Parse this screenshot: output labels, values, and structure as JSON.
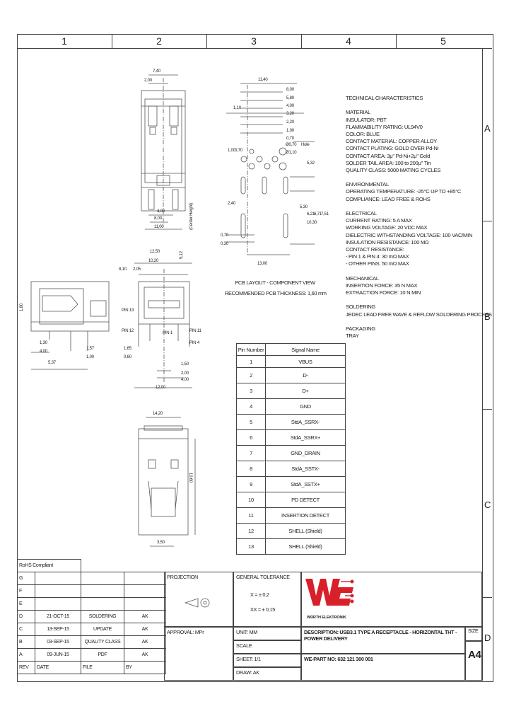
{
  "frame": {
    "columns": [
      "1",
      "2",
      "3",
      "4",
      "5"
    ],
    "rows": [
      "A",
      "B",
      "C",
      "D"
    ]
  },
  "dimensions": {
    "top_view": [
      "7,40",
      "2,00",
      "4,00",
      "8,00",
      "11,00"
    ],
    "pcb": [
      "11,40",
      "8,00",
      "5,80",
      "4,00",
      "3,20",
      "2,20",
      "1,00",
      "0,70",
      "Ø0,70",
      "Ø1,10",
      "1,10",
      "1,00",
      "0,70",
      "2,40",
      "5,30",
      "6,21",
      "6,71",
      "7,51",
      "10,30",
      "13,00",
      "0,70",
      "0,30",
      "5,32"
    ],
    "side": [
      "12,50",
      "10,20",
      "8,10",
      "2,05",
      "1,80",
      "1,30",
      "4,00",
      "5,37",
      "5,12",
      "1,57",
      "1,00",
      "1,65",
      "0,60",
      "1,50",
      "2,00",
      "4,00",
      "12,00"
    ],
    "front": [
      "14,20",
      "10,60",
      "3,50"
    ]
  },
  "annotations": {
    "hole": "Hole",
    "center_height": "(Center Height)",
    "pin_labels": [
      "PIN 13",
      "PIN 12",
      "PIN 11",
      "PIN 1",
      "PIN 4"
    ]
  },
  "pcb_caption": [
    "PCB LAYOUT - COMPONENT VIEW",
    "RECOMMENDED PCB THICKNESS: 1,60 mm"
  ],
  "technical": [
    "TECHNICAL CHARACTERISTICS",
    "",
    "MATERIAL",
    "INSULATOR: PBT",
    "FLAMMABILITY RATING: UL94V0",
    "COLOR: BLUE",
    "CONTACT MATERIAL: COPPER ALLOY",
    "CONTACT PLATING: GOLD OVER Pd-Ni",
    "CONTACT AREA: 3μ\" Pd-Ni+2μ\" Gold",
    "SOLDER TAIL AREA: 100 to 200μ\" Tin",
    "QUALITY CLASS: 5000 MATING CYCLES",
    "",
    "ENVIRONMENTAL",
    "OPERATING TEMPERATURE: -25°C UP TO +85°C",
    "COMPLIANCE: LEAD FREE & ROHS",
    "",
    "ELECTRICAL",
    "CURRENT RATING: 5 A MAX",
    "WORKING VOLTAGE: 20 VDC MAX",
    "DIELECTRIC WITHSTANDING VOLTAGE: 100 VAC/MIN",
    "INSULATION RESISTANCE: 100 MΩ",
    "CONTACT RESISTANCE:",
    "- PIN 1 & PIN 4: 30 mΩ MAX",
    "- OTHER PINS: 50 mΩ MAX",
    "",
    "MECHANICAL",
    "INSERTION FORCE: 35 N MAX",
    "EXTRACTION FORCE: 10 N MIN",
    "",
    "SOLDERING",
    "JEDEC LEAD FREE WAVE & REFLOW SOLDERING PROCESS",
    "",
    "PACKAGING",
    "TRAY"
  ],
  "pin_table": {
    "headers": [
      "Pin Number",
      "Signal Name"
    ],
    "rows": [
      [
        "1",
        "VBUS"
      ],
      [
        "2",
        "D-"
      ],
      [
        "3",
        "D+"
      ],
      [
        "4",
        "GND"
      ],
      [
        "5",
        "StdA_SSRX-"
      ],
      [
        "6",
        "StdA_SSRX+"
      ],
      [
        "7",
        "GND_DRAIN"
      ],
      [
        "8",
        "StdA_SSTX-"
      ],
      [
        "9",
        "StdA_SSTX+"
      ],
      [
        "10",
        "PD DETECT"
      ],
      [
        "11",
        "INSERTION DETECT"
      ],
      [
        "12",
        "SHELL (Shield)"
      ],
      [
        "13",
        "SHELL (Shield)"
      ]
    ]
  },
  "revision": {
    "rohs": "RoHS Compliant",
    "rows": [
      [
        "G",
        "",
        "",
        ""
      ],
      [
        "F",
        "",
        "",
        ""
      ],
      [
        "E",
        "",
        "",
        ""
      ],
      [
        "D",
        "21-OCT-15",
        "SOLDERING",
        "AK"
      ],
      [
        "C",
        "13-SEP-15",
        "UPDATE",
        "AK"
      ],
      [
        "B",
        "03-SEP-15",
        "QUALITY CLASS",
        "AK"
      ],
      [
        "A",
        "09-JUN-15",
        "PDF",
        "AK"
      ]
    ],
    "headers": [
      "REV",
      "DATE",
      "FILE",
      "BY"
    ]
  },
  "title_block": {
    "projection": "PROJECTION",
    "general_tolerance": "GENERAL TOLERANCE",
    "tol1": "X = ± 0,2",
    "tol2": "XX = ± 0,15",
    "approval": "APPROVAL: MPr",
    "unit": "UNIT: MM",
    "scale": "SCALE",
    "sheet": "SHEET: 1/1",
    "drawn": "DRAW: AK",
    "description": "DESCRIPTION: USB3.1 TYPE A RECEPTACLE - HORIZONTAL THT - POWER DELIVERY",
    "part_no": "WE-PART NO: 632 121 300 001",
    "size_label": "SIZE",
    "size": "A4",
    "logo_text": "WÜRTH ELEKTRONIK"
  },
  "colors": {
    "logo_red": "#d8202a",
    "line": "#444444"
  }
}
